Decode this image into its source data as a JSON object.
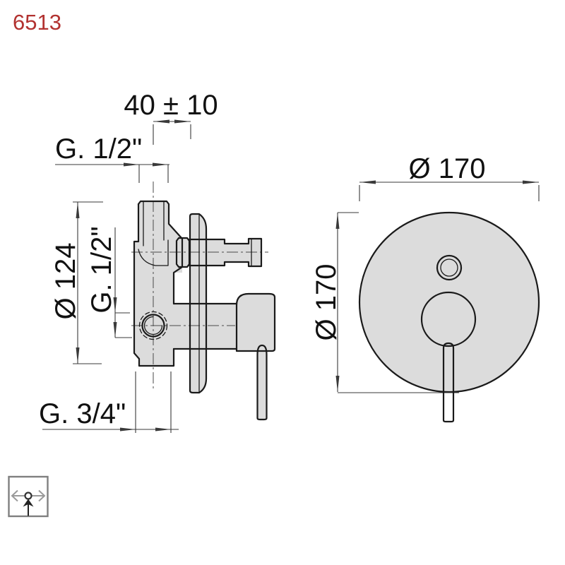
{
  "product_code": "6513",
  "colors": {
    "code-red": "#b23230",
    "part-fill": "#dcdcdc",
    "outline": "#1a1a1a",
    "dim-line": "#3a3a3a"
  },
  "side_view": {
    "offset_label": "40 ± 10",
    "top_inlet_label": "G. 1/2\"",
    "diameter_label": "Ø 124",
    "mid_outlet_label": "G. 1/2\"",
    "bottom_inlet_label": "G. 3/4\""
  },
  "front_view": {
    "width_label": "Ø 170",
    "height_label": "Ø 170"
  },
  "symbol_legend": {
    "icon": "flow-temperature-adjustment-icon"
  }
}
